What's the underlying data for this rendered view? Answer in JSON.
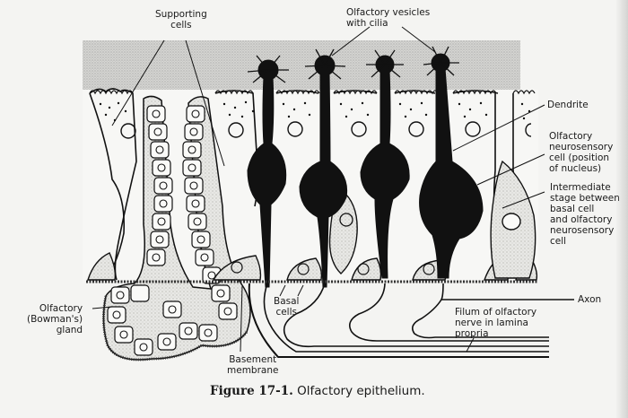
{
  "figure": {
    "number": "Figure 17-1.",
    "title": "Olfactory epithelium."
  },
  "labels": {
    "supporting_cells": "Supporting\ncells",
    "olfactory_vesicles": "Olfactory vesicles\nwith cilia",
    "dendrite": "Dendrite",
    "neurosensory_cell": "Olfactory\nneurosensory\ncell (position\nof nucleus)",
    "intermediate_stage": "Intermediate\nstage between\nbasal cell\nand olfactory\nneurosensory\ncell",
    "axon": "Axon",
    "filum": "Filum of olfactory\nnerve in lamina\npropria",
    "basal_cells": "Basal\ncells",
    "basement_membrane": "Basement\nmembrane",
    "bowmans_gland": "Olfactory\n(Bowman's)\ngland"
  },
  "colors": {
    "ink": "#111111",
    "mucus": "#c9c9c6",
    "paper": "#f4f4f2"
  }
}
